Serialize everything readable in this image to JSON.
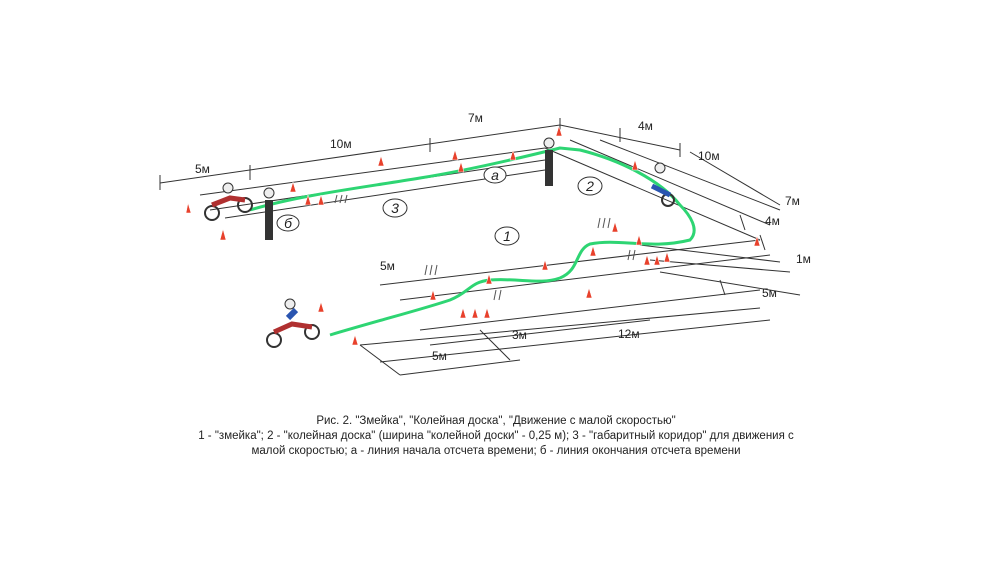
{
  "diagram": {
    "dimensions": {
      "top_5m": "5м",
      "top_10m": "10м",
      "top_7m": "7м",
      "top_4m": "4м",
      "right_10m": "10м",
      "right_7m": "7м",
      "right_4m": "4м",
      "right_1m": "1м",
      "right_5m": "5м",
      "left_5m": "5м",
      "bottom_5m": "5м",
      "bottom_3m": "3м",
      "bottom_12m": "12м"
    },
    "markers": {
      "m1": "1",
      "m2": "2",
      "m3": "3",
      "ma": "а",
      "mb": "б"
    },
    "colors": {
      "path": "#2ed573",
      "cone": "#e8412c",
      "line": "#333333"
    }
  },
  "caption": {
    "line1": "Рис. 2. \"Змейка\", \"Колейная доска\", \"Движение с малой скоростью\"",
    "line2": "1 - \"змейка\"; 2 - \"колейная доска\" (ширина \"колейной доски\" - 0,25 м); 3 - \"габаритный коридор\" для движения с",
    "line3": "малой скоростью; а - линия начала отсчета времени; б - линия окончания отсчета времени"
  }
}
